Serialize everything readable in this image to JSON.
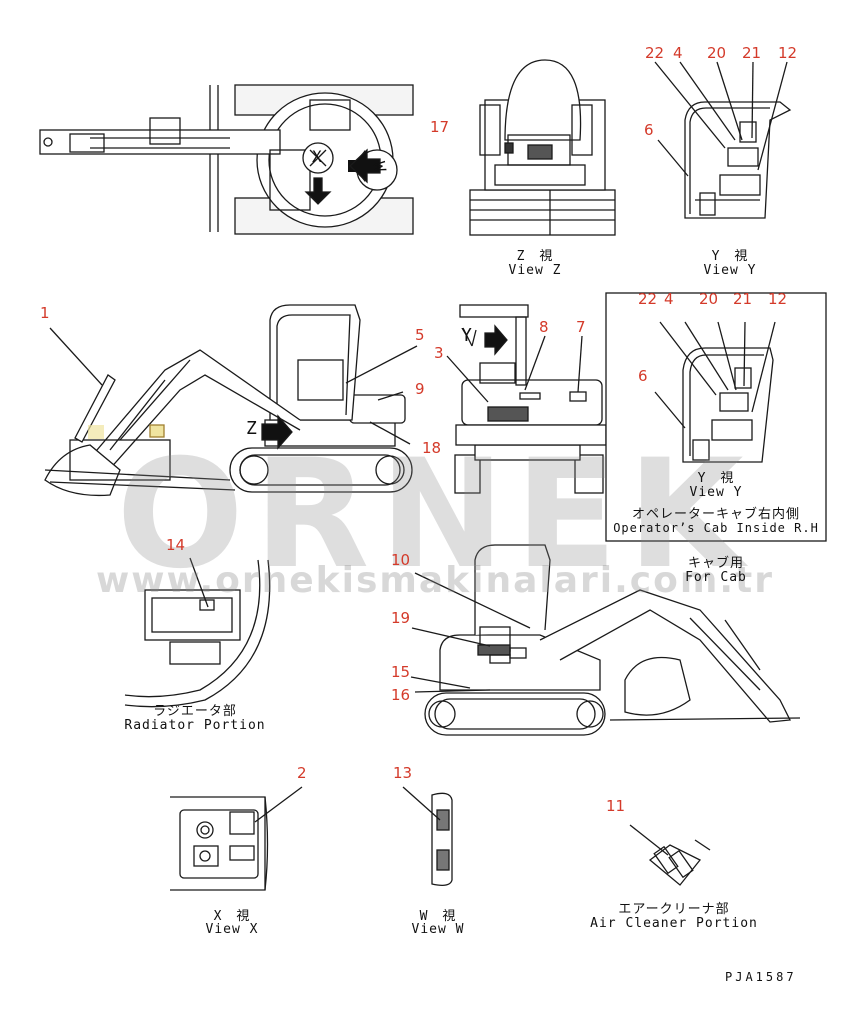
{
  "watermark": {
    "brand": "ORNEK",
    "url": "www.ornekismakinalari.com.tr"
  },
  "drawing_code": "PJA1587",
  "views": {
    "z": {
      "jp": "Z　視",
      "en": "View Z"
    },
    "y_top": {
      "jp": "Y　視",
      "en": "View Y"
    },
    "y_inside": {
      "jp": "Y　視",
      "en": "View Y",
      "note_jp": "オペレーターキャブ右内側",
      "note_en": "Operator’s Cab Inside R.H"
    },
    "cab": {
      "jp": "キャブ用",
      "en": "For Cab"
    },
    "radiator": {
      "jp": "ラジエータ部",
      "en": "Radiator Portion"
    },
    "x": {
      "jp": "X　視",
      "en": "View X"
    },
    "w": {
      "jp": "W　視",
      "en": "View W"
    },
    "air_cleaner": {
      "jp": "エアークリーナ部",
      "en": "Air Cleaner Portion"
    }
  },
  "arrow_letters": {
    "x": "X",
    "w": "W",
    "y": "Y",
    "z": "Z"
  },
  "callouts": {
    "top_y": [
      "22",
      "4",
      "20",
      "21",
      "12",
      "6"
    ],
    "inside_y": [
      "22",
      "4",
      "20",
      "21",
      "12",
      "6"
    ],
    "z": "17",
    "side": [
      "1",
      "5",
      "9",
      "18"
    ],
    "rear": [
      "8",
      "7",
      "3"
    ],
    "cab": [
      "10",
      "19",
      "15",
      "16"
    ],
    "radiator": "14",
    "x_view": "2",
    "w_view": "13",
    "air": "11"
  }
}
